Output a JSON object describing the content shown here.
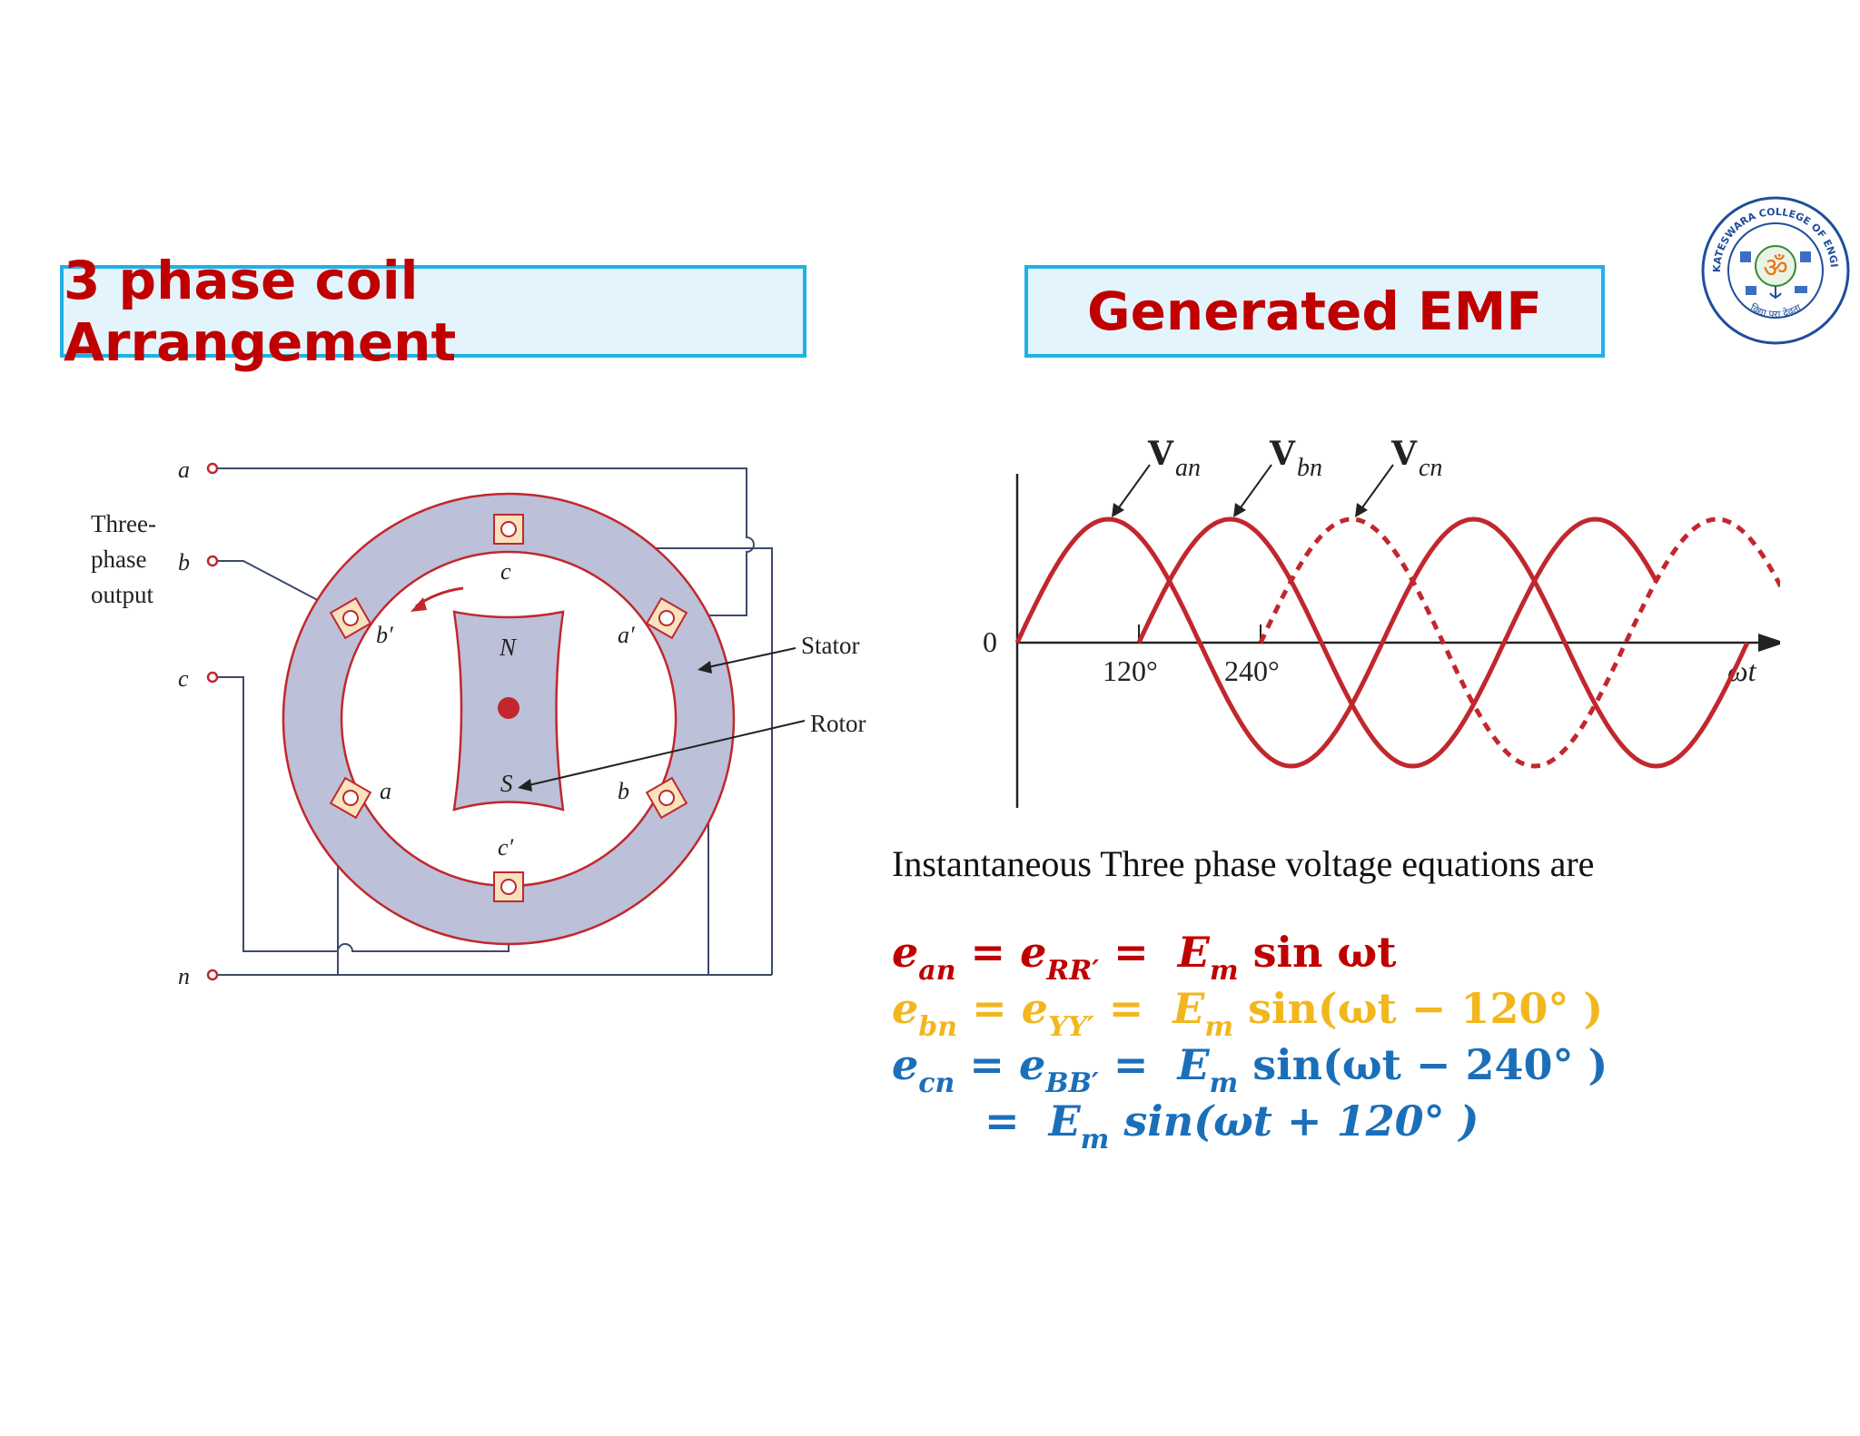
{
  "titles": {
    "left": "3 phase coil Arrangement",
    "right": "Generated EMF"
  },
  "logo": {
    "text_top": "SRI VENKATESWARA COLLEGE OF ENGINEERING",
    "text_bottom": "विद्या परा देवता",
    "symbol": "ॐ"
  },
  "coil_diagram": {
    "terminals": [
      "a",
      "b",
      "c",
      "n"
    ],
    "output_label": [
      "Three-",
      "phase",
      "output"
    ],
    "slot_labels": [
      "c",
      "b′",
      "a′",
      "a",
      "b",
      "c′"
    ],
    "rotor_poles": [
      "N",
      "S"
    ],
    "callouts": [
      "Stator",
      "Rotor"
    ],
    "colors": {
      "stator": "#bcc0d8",
      "outline": "#c1272d",
      "slot": "#f7e3bd",
      "wire": "#3d4a6b"
    }
  },
  "emf_chart": {
    "series_labels": [
      "V",
      "an",
      "V",
      "bn",
      "V",
      "cn"
    ],
    "origin_label": "0",
    "x_ticks": [
      "120°",
      "240°"
    ],
    "x_label": "ωt",
    "curve_color": "#c1272d"
  },
  "equations": {
    "intro": "Instantaneous Three phase voltage equations are",
    "eq1": {
      "lhs": "e",
      "lhs_sub": "an",
      "mid": "e",
      "mid_sub": "RR′",
      "em": "E",
      "em_sub": "m",
      "rhs": "sin ωt"
    },
    "eq2": {
      "lhs": "e",
      "lhs_sub": "bn",
      "mid": "e",
      "mid_sub": "YY′",
      "em": "E",
      "em_sub": "m",
      "rhs": "sin(ωt − 120° )"
    },
    "eq3": {
      "lhs": "e",
      "lhs_sub": "cn",
      "mid": "e",
      "mid_sub": "BB′",
      "em": "E",
      "em_sub": "m",
      "rhs": "sin(ωt − 240° )"
    },
    "eq4": {
      "em": "E",
      "em_sub": "m",
      "rhs": "sin(ωt + 120° )"
    },
    "colors": {
      "red": "#c00000",
      "yellow": "#f2b71f",
      "blue": "#1b6fb9"
    }
  }
}
